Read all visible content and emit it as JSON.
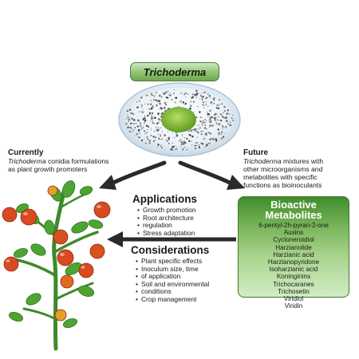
{
  "title": "Trichoderma",
  "currently": {
    "heading": "Currently",
    "line1_italic": "Trichoderma",
    "line1_rest": " conidia formulations",
    "line2": "as plant growth promoters"
  },
  "future": {
    "heading": "Future",
    "line1_italic": "Trichoderma",
    "line1_rest": " mixtures with",
    "line2": "other microorganisms and",
    "line3": "metabolites with specific",
    "line4": "functions as bioinoculants"
  },
  "applications": {
    "heading": "Applications",
    "items": [
      "Growth promotion",
      "Root architecture",
      "regulation",
      "Stress adaptation"
    ]
  },
  "considerations": {
    "heading": "Considerations",
    "items": [
      "Plant specific effects",
      "Inoculum size, time",
      "of application",
      "Soil and environmental",
      "conditions",
      "Crop management"
    ]
  },
  "bioactive": {
    "heading1": "Bioactive",
    "heading2": "Metabolites",
    "items": [
      "6-pentyl-2h-pyran-2-one",
      "Auxins",
      "Cycloneroidiol",
      "Harzianolide",
      "Harzianic acid",
      "Harzianopyridone",
      "Isoharzianic acid",
      "Koninginins",
      "Trichocaranes",
      "Trichosetin",
      "Viridiol",
      "Viridin"
    ]
  },
  "colors": {
    "green_dark": "#3e7a2e",
    "green_light": "#8cc06d",
    "tomato_red": "#d84a1f",
    "arrow": "#2a2a2a"
  }
}
